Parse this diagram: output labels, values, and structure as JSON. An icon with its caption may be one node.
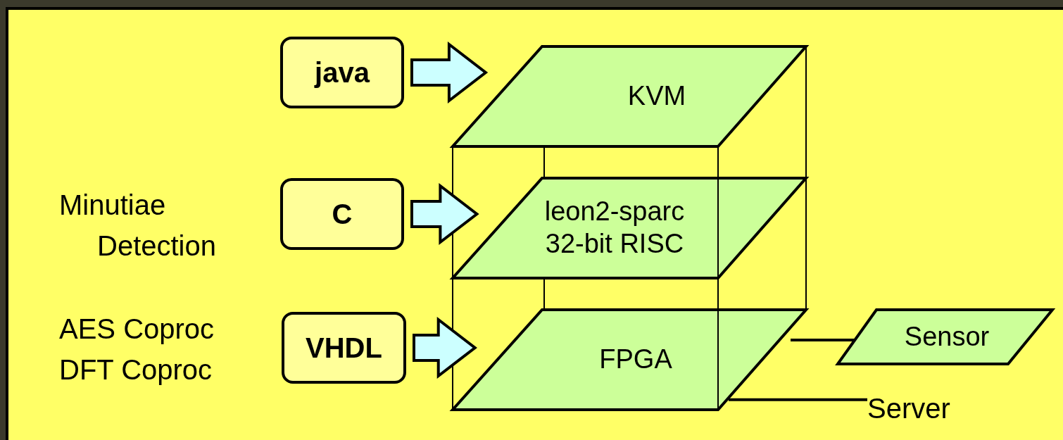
{
  "diagram": {
    "nodes": [
      {
        "text": [
          "java"
        ]
      },
      {
        "text": [
          "C"
        ]
      },
      {
        "text": [
          "VHDL"
        ]
      },
      {
        "text": [
          "KVM"
        ]
      },
      {
        "text": [
          "leon2-sparc 32-bit RISC"
        ]
      },
      {
        "text": [
          "FPGA"
        ]
      },
      {
        "text": [
          "Sensor"
        ]
      },
      {
        "text": [
          "Server"
        ]
      }
    ],
    "edges": [
      {
        "from": 0,
        "to": 3,
        "arrow": "to",
        "style": "thick"
      },
      {
        "from": 1,
        "to": 4,
        "arrow": "to",
        "style": "thick"
      },
      {
        "from": 2,
        "to": 5,
        "arrow": "to",
        "style": "thick"
      },
      {
        "from": 5,
        "to": 6,
        "arrow": "none"
      },
      {
        "from": 5,
        "to": 7,
        "arrow": "none"
      }
    ],
    "labels": [
      "Minutiae Detection",
      "AES Coproc",
      "DFT Coproc"
    ]
  }
}
